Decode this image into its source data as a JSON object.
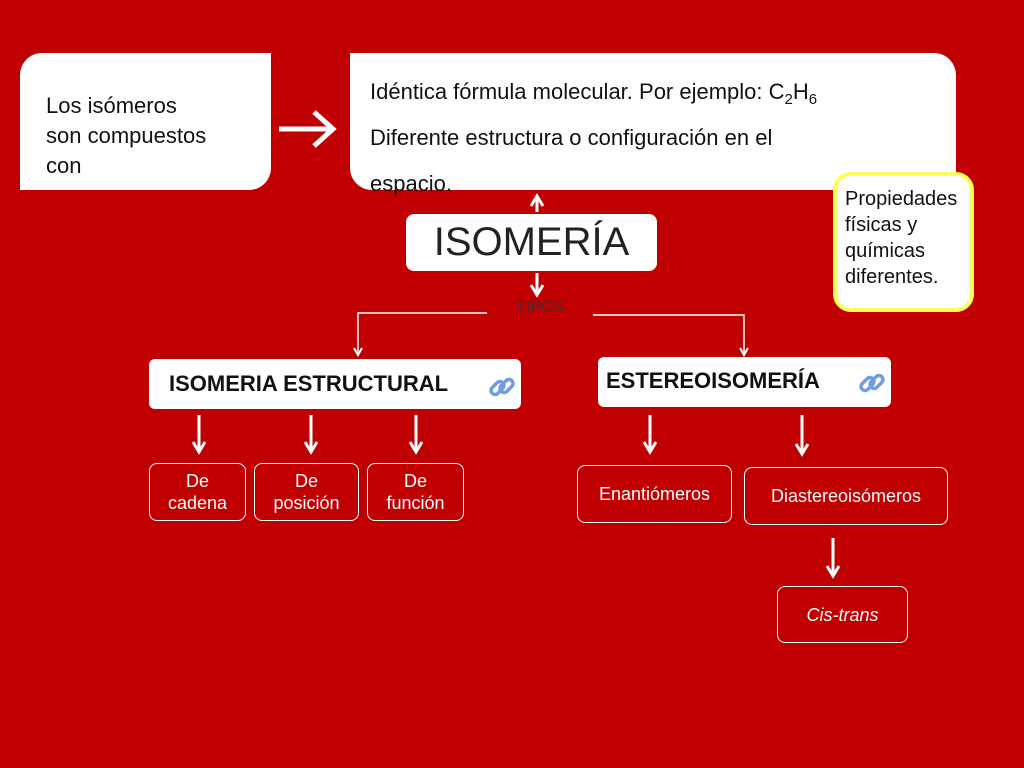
{
  "definition": {
    "lines": [
      "Los isómeros",
      "son compuestos",
      "con"
    ]
  },
  "info": {
    "line1_text": "Idéntica fórmula molecular. Por ejemplo: ",
    "formula": {
      "c": "C",
      "c_sub": "2",
      "h": "H",
      "h_sub": "6"
    },
    "line2": "Diferente estructura o configuración en el",
    "line3": "espacio."
  },
  "properties": {
    "lines": [
      "Propiedades",
      "físicas y",
      "químicas",
      "diferentes."
    ]
  },
  "title": "ISOMERÍA",
  "tipos_label": "TIPOS",
  "structural": {
    "label": "ISOMERIA ESTRUCTURAL",
    "children": [
      {
        "lines": [
          "De",
          "cadena"
        ]
      },
      {
        "lines": [
          "De",
          "posición"
        ]
      },
      {
        "lines": [
          "De",
          "función"
        ]
      }
    ]
  },
  "stereo": {
    "label": "ESTEREOISOMERÍA",
    "children": [
      {
        "label": "Enantiómeros"
      },
      {
        "label": "Diastereoisómeros"
      }
    ],
    "grandchild": {
      "label": "Cis-trans"
    }
  },
  "colors": {
    "background": "#c00000",
    "box": "#ffffff",
    "highlight_border": "#ffff55",
    "link_icon": "#6f9de0"
  },
  "icons": {
    "link": "chain-link-icon",
    "arrow": "arrow-icon"
  }
}
